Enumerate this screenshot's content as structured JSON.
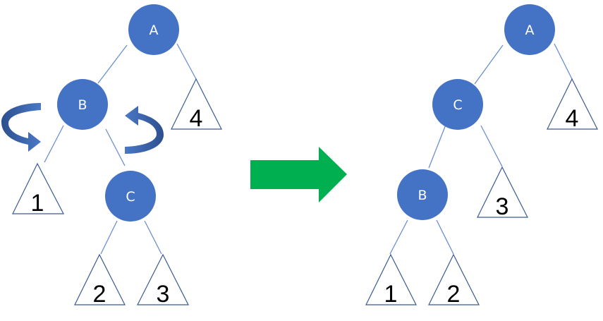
{
  "diagram": {
    "before": {
      "nodes": {
        "a": "A",
        "b": "B",
        "c": "C"
      },
      "subtrees": {
        "t1": "1",
        "t2": "2",
        "t3": "3",
        "t4": "4"
      }
    },
    "after": {
      "nodes": {
        "a": "A",
        "c": "C",
        "b": "B"
      },
      "subtrees": {
        "t1": "1",
        "t2": "2",
        "t3": "3",
        "t4": "4"
      }
    },
    "colors": {
      "node_fill": "#4472C4",
      "rotate_arrow": "#3B66AE",
      "transform_arrow": "#00B050"
    },
    "icons": {
      "left_rotation": "rotate-counterclockwise-icon",
      "right_rotation": "rotate-clockwise-icon",
      "transform": "right-arrow-icon"
    }
  }
}
